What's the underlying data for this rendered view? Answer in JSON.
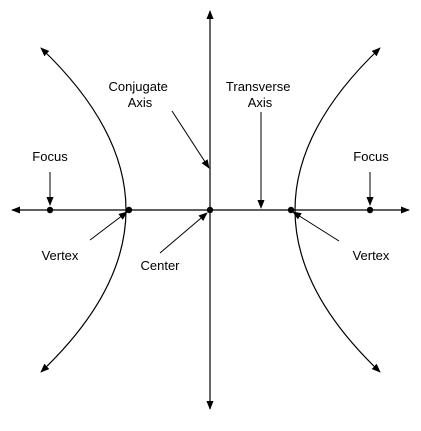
{
  "labels": {
    "conjugate_axis": [
      "Conjugate",
      "Axis"
    ],
    "transverse_axis": [
      "Transverse",
      "Axis"
    ],
    "focus_left": "Focus",
    "focus_right": "Focus",
    "vertex_left": "Vertex",
    "vertex_right": "Vertex",
    "center": "Center"
  },
  "colors": {
    "stroke": "#000000",
    "background": "#ffffff"
  }
}
